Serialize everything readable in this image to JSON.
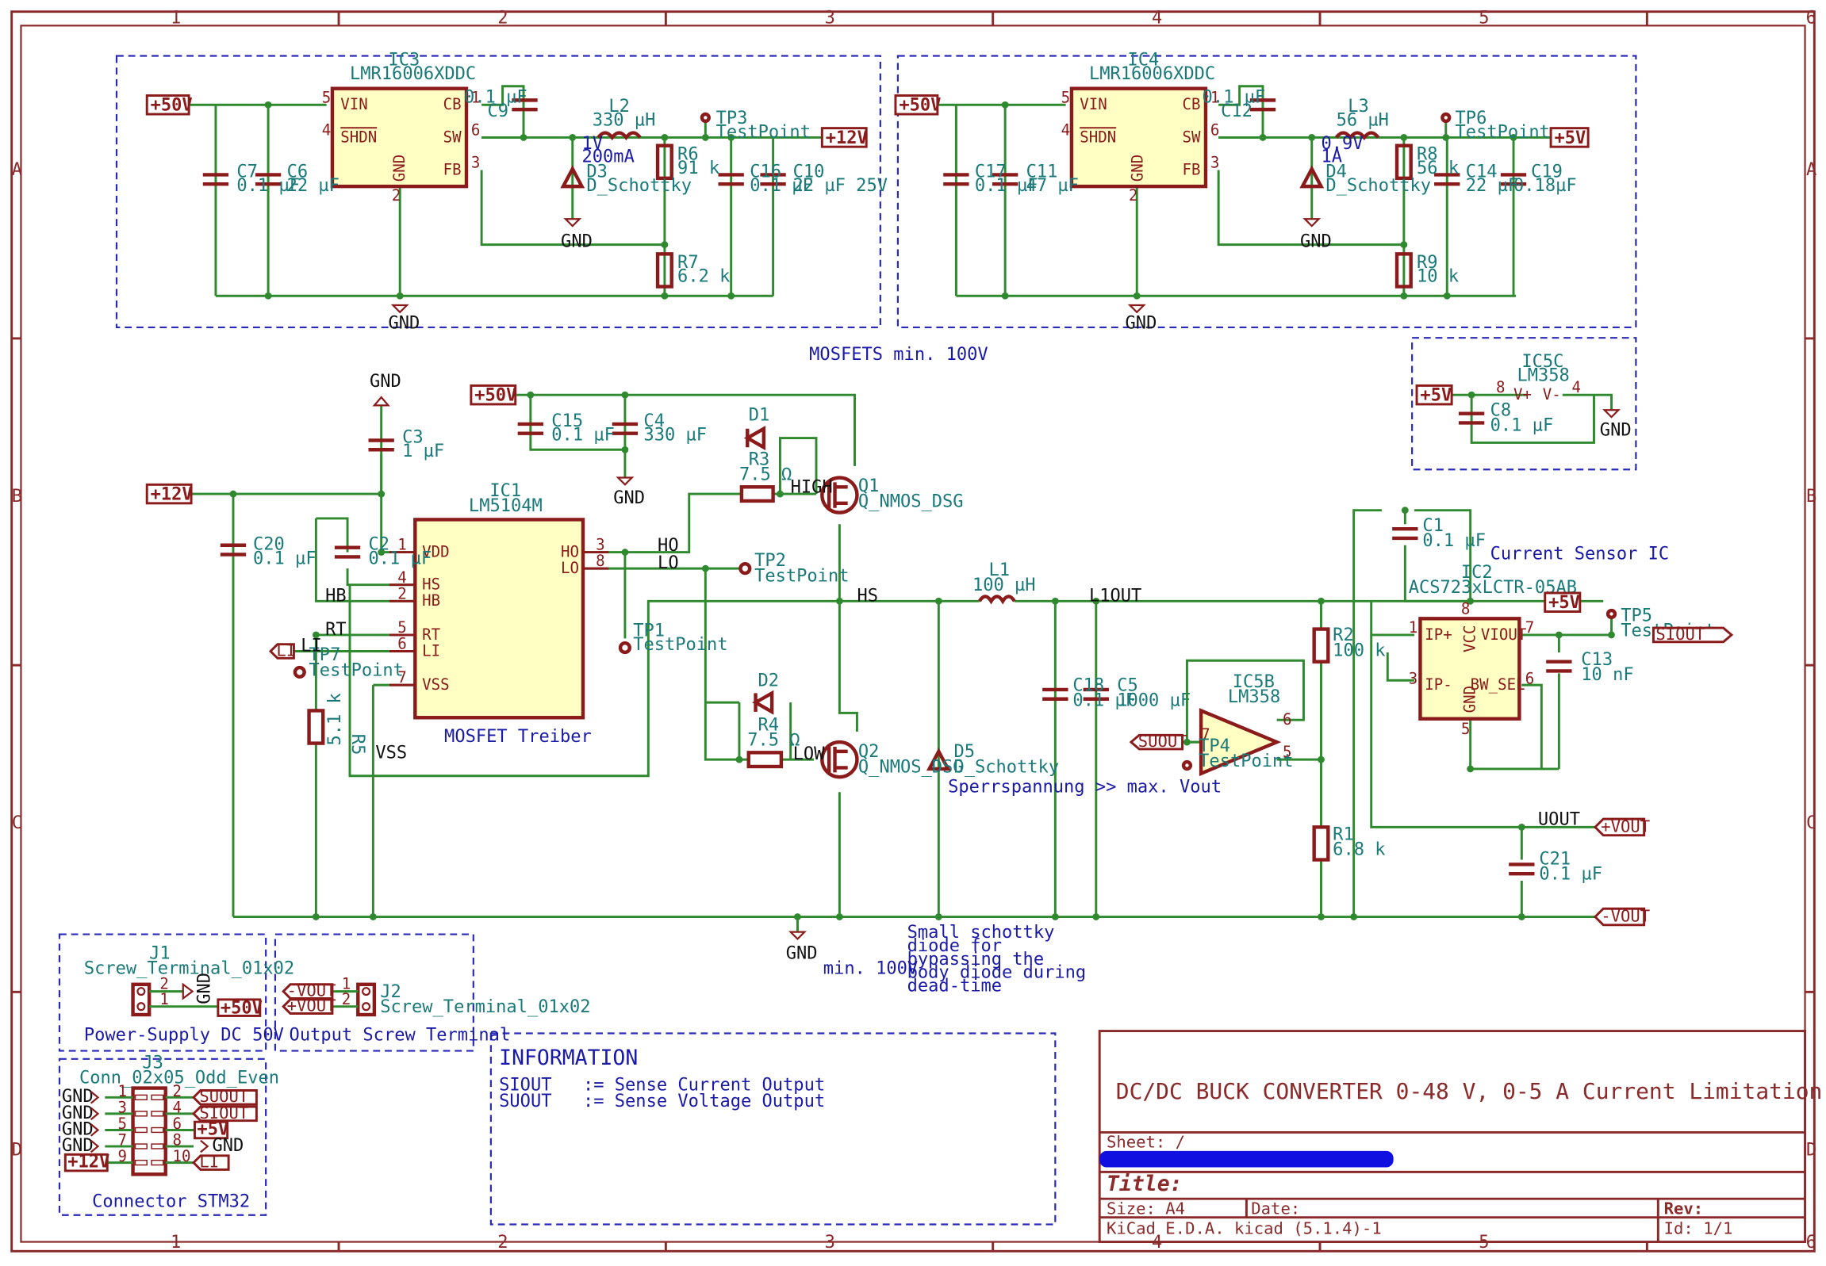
{
  "frame": {
    "columns": [
      "1",
      "2",
      "3",
      "4",
      "5",
      "6"
    ],
    "rows": [
      "A",
      "B",
      "C",
      "D"
    ]
  },
  "blocks": {
    "reg12": {
      "ic_ref": "IC3",
      "ic_val": "LMR16006XDDC",
      "pins": {
        "vin": "VIN",
        "shdn": "SHDN",
        "gnd": "GND",
        "cb": "CB",
        "sw": "SW",
        "fb": "FB"
      },
      "pin_nums": {
        "vin": "5",
        "shdn": "4",
        "gnd": "2",
        "cb": "1",
        "sw": "6",
        "fb": "3"
      },
      "in_label": "+50V",
      "out_label": "+12V",
      "c7": {
        "ref": "C7",
        "val": "0.1 µF"
      },
      "c6": {
        "ref": "C6",
        "val": "22 µF"
      },
      "c9": {
        "ref": "C9",
        "val": "0.1 µF"
      },
      "l": {
        "ref": "L2",
        "val": "330 µH"
      },
      "d": {
        "ref": "D3",
        "val": "D_Schottky",
        "note1": "1V",
        "note2": "200mA"
      },
      "r_top": {
        "ref": "R6",
        "val": "91 k"
      },
      "r_bot": {
        "ref": "R7",
        "val": "6.2 k"
      },
      "c_out1": {
        "ref": "C16",
        "val": "0.1 µF"
      },
      "c_out2": {
        "ref": "C10",
        "val": "22 µF 25V"
      },
      "tp": {
        "ref": "TP3",
        "val": "TestPoint"
      },
      "gnd": "GND",
      "gnd2": "GND"
    },
    "reg5": {
      "ic_ref": "IC4",
      "ic_val": "LMR16006XDDC",
      "pins": {
        "vin": "VIN",
        "shdn": "SHDN",
        "gnd": "GND",
        "cb": "CB",
        "sw": "SW",
        "fb": "FB"
      },
      "pin_nums": {
        "vin": "5",
        "shdn": "4",
        "gnd": "2",
        "cb": "1",
        "sw": "6",
        "fb": "3"
      },
      "in_label": "+50V",
      "out_label": "+5V",
      "c7": {
        "ref": "C17",
        "val": "0.1 µF"
      },
      "c6": {
        "ref": "C11",
        "val": "47 µF"
      },
      "c9": {
        "ref": "C12",
        "val": "0.1 µF"
      },
      "l": {
        "ref": "L3",
        "val": "56 µH"
      },
      "d": {
        "ref": "D4",
        "val": "D_Schottky",
        "note1": "0.9V",
        "note2": "1A"
      },
      "r_top": {
        "ref": "R8",
        "val": "56 k"
      },
      "r_bot": {
        "ref": "R9",
        "val": "10 k"
      },
      "c_out1": {
        "ref": "C14",
        "val": "22 µF"
      },
      "c_out2": {
        "ref": "C19",
        "val": "0.18µF"
      },
      "tp": {
        "ref": "TP6",
        "val": "TestPoint"
      },
      "gnd": "GND",
      "gnd2": "GND"
    },
    "opamp_supply": {
      "ref": "IC5C",
      "val": "LM358",
      "vplus": "V+",
      "vminus": "V-",
      "pin8": "8",
      "pin4": "4",
      "in_label": "+5V",
      "c": {
        "ref": "C8",
        "val": "0.1 µF"
      },
      "gnd": "GND"
    }
  },
  "mosfet_note": "MOSFETS   min. 100V",
  "driver": {
    "ref": "IC1",
    "val": "LM5104M",
    "caption": "MOSFET Treiber",
    "pins_left": [
      {
        "name": "VDD",
        "num": "1"
      },
      {
        "name": "HS",
        "num": "4"
      },
      {
        "name": "HB",
        "num": "2"
      },
      {
        "name": "RT",
        "num": "5"
      },
      {
        "name": "LI",
        "num": "6"
      },
      {
        "name": "VSS",
        "num": "7"
      }
    ],
    "pins_right": [
      {
        "name": "HO",
        "num": "3"
      },
      {
        "name": "LO",
        "num": "8"
      }
    ],
    "c3": {
      "ref": "C3",
      "val": "1 µF"
    },
    "c2": {
      "ref": "C2",
      "val": "0.1 µF"
    },
    "c20": {
      "ref": "C20",
      "val": "0.1 µF"
    },
    "r5": {
      "ref": "R5",
      "val": "5.1 k"
    },
    "tp7": {
      "ref": "TP7",
      "val": "TestPoint"
    },
    "tp1": {
      "ref": "TP1",
      "val": "TestPoint"
    },
    "tp2": {
      "ref": "TP2",
      "val": "TestPoint"
    },
    "in12": "+12V",
    "gnd": "GND",
    "nets": {
      "hb": "HB",
      "rt": "RT",
      "li": "LI",
      "vss": "VSS",
      "ho": "HO",
      "lo": "LO"
    },
    "li_label": "LI"
  },
  "bridge": {
    "in50": "+50V",
    "c15": {
      "ref": "C15",
      "val": "0.1 µF"
    },
    "c4": {
      "ref": "C4",
      "val": "330 µF"
    },
    "d1": {
      "ref": "D1"
    },
    "r3": {
      "ref": "R3",
      "val": "7.5 Ω"
    },
    "q1": {
      "ref": "Q1",
      "val": "Q_NMOS_DSG",
      "net": "HIGH"
    },
    "d2": {
      "ref": "D2"
    },
    "r4": {
      "ref": "R4",
      "val": "7.5 Ω"
    },
    "q2": {
      "ref": "Q2",
      "val": "Q_NMOS_DSG",
      "net": "LOW"
    },
    "hs": "HS",
    "gnd": "GND",
    "l1": {
      "ref": "L1",
      "val": "100 µH"
    },
    "l1out": "L1OUT",
    "d5": {
      "ref": "D5",
      "val": "D_Schottky"
    },
    "d5_note": "Sperrspannung >> max. Vout",
    "c18": {
      "ref": "C18",
      "val": "0.1 µF"
    },
    "c5": {
      "ref": "C5",
      "val": "1000 µF"
    },
    "mosfet_min": "min. 100V",
    "schottky_note": [
      "Small schottky",
      "diode for",
      "bypassing the",
      "body diode during",
      "dead-time"
    ]
  },
  "sense": {
    "ic2": {
      "ref": "IC2",
      "val": "ACS723xLCTR-05AB",
      "pins": {
        "ipp": "IP+",
        "ipm": "IP-",
        "vcc": "VCC",
        "viout": "VIOUT",
        "gnd": "GND",
        "bwsel": "BW_SEL"
      },
      "nums": {
        "ipp": "1",
        "ipm": "3",
        "vcc": "8",
        "viout": "7",
        "gnd": "5",
        "bwsel": "6"
      }
    },
    "title": "Current Sensor IC",
    "c1": {
      "ref": "C1",
      "val": "0.1 µF"
    },
    "c13": {
      "ref": "C13",
      "val": "10 nF"
    },
    "tp5": {
      "ref": "TP5",
      "val": "TestPoint"
    },
    "siout": "SIOUT",
    "p5v": "+5V",
    "opamp": {
      "ref": "IC5B",
      "val": "LM358",
      "p7": "7",
      "p6": "6",
      "p5": "5"
    },
    "suout": "SUOUT",
    "tp4": {
      "ref": "TP4",
      "val": "TestPoint"
    },
    "r2": {
      "ref": "R2",
      "val": "100 k"
    },
    "r1": {
      "ref": "R1",
      "val": "6.8 k"
    },
    "c21": {
      "ref": "C21",
      "val": "0.1 µF"
    },
    "uout": "UOUT",
    "vout_p": "+VOUT",
    "vout_m": "-VOUT"
  },
  "connectors": {
    "j1": {
      "ref": "J1",
      "val": "Screw_Terminal_01x02",
      "caption": "Power-Supply DC 50V",
      "p2": "GND",
      "p1": "+50V",
      "n2": "2",
      "n1": "1"
    },
    "j2": {
      "ref": "J2",
      "val": "Screw_Terminal_01x02",
      "caption": "Output Screw Terminal",
      "p1": "-VOUT",
      "p2": "+VOUT",
      "n1": "1",
      "n2": "2"
    },
    "j3": {
      "ref": "J3",
      "val": "Conn_02x05_Odd_Even",
      "caption": "Connector STM32",
      "left": [
        {
          "lbl": "GND",
          "n": "1"
        },
        {
          "lbl": "GND",
          "n": "3"
        },
        {
          "lbl": "GND",
          "n": "5"
        },
        {
          "lbl": "GND",
          "n": "7"
        },
        {
          "lbl": "+12V",
          "n": "9"
        }
      ],
      "right": [
        {
          "lbl": "SUOUT",
          "n": "2"
        },
        {
          "lbl": "SIOUT",
          "n": "4"
        },
        {
          "lbl": "+5V",
          "n": "6"
        },
        {
          "lbl": "GND",
          "n": "8"
        },
        {
          "lbl": "LI",
          "n": "10"
        }
      ]
    }
  },
  "info": {
    "title": "INFORMATION",
    "lines": [
      {
        "k": "SIOUT",
        "v": ":= Sense Current Output"
      },
      {
        "k": "SUOUT",
        "v": ":= Sense Voltage Output"
      }
    ]
  },
  "title_block": {
    "heading": "DC/DC BUCK CONVERTER 0-48 V, 0-5 A Current Limitation",
    "sheet": "Sheet: /",
    "title_label": "Title:",
    "size": "Size: A4",
    "date": "Date:",
    "rev": "Rev:",
    "tool": "KiCad E.D.A.  kicad (5.1.4)-1",
    "id": "Id: 1/1"
  }
}
